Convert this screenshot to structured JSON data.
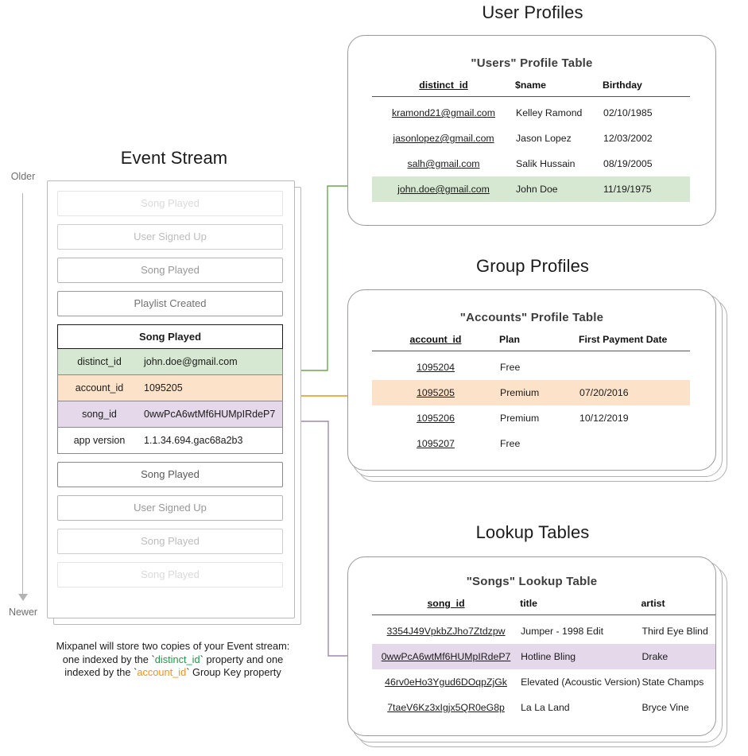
{
  "sections": {
    "event_stream_title": "Event Stream",
    "user_profiles_title": "User Profiles",
    "group_profiles_title": "Group Profiles",
    "lookup_tables_title": "Lookup Tables"
  },
  "time_axis": {
    "older_label": "Older",
    "newer_label": "Newer",
    "arrow_direction": "down",
    "arrow_color": "#b3b3b3"
  },
  "event_stream": {
    "events_above": [
      {
        "name": "Song Played",
        "fade": "f1"
      },
      {
        "name": "User Signed Up",
        "fade": "f2"
      },
      {
        "name": "Song Played",
        "fade": "f3"
      },
      {
        "name": "Playlist Created",
        "fade": "f4"
      }
    ],
    "expanded_event": {
      "name": "Song Played",
      "properties": [
        {
          "key": "distinct_id",
          "value": "john.doe@gmail.com",
          "highlight": "green"
        },
        {
          "key": "account_id",
          "value": "1095205",
          "highlight": "orange"
        },
        {
          "key": "song_id",
          "value": "0wwPcA6wtMf6HUMpIRdeP7",
          "highlight": "purple"
        },
        {
          "key": "app version",
          "value": "1.1.34.694.gac68a2b3",
          "highlight": "none"
        }
      ]
    },
    "events_below": [
      {
        "name": "Song Played",
        "fade": "f5"
      },
      {
        "name": "User Signed Up",
        "fade": "f3"
      },
      {
        "name": "Song Played",
        "fade": "f2"
      },
      {
        "name": "Song Played",
        "fade": "f1"
      }
    ],
    "caption": {
      "line1": "Mixpanel will store two copies of your Event stream:",
      "line2_pre": "one indexed by the `",
      "line2_key": "distinct_id",
      "line2_post": "` property and one",
      "line3_pre": "indexed by the `",
      "line3_key": "account_id",
      "line3_post": "` Group Key property"
    }
  },
  "users_table": {
    "card_title": "\"Users\" Profile Table",
    "columns": [
      "distinct_id",
      "$name",
      "Birthday"
    ],
    "rows": [
      {
        "cells": [
          "kramond21@gmail.com",
          "Kelley Ramond",
          "02/10/1985"
        ],
        "highlight": "none"
      },
      {
        "cells": [
          "jasonlopez@gmail.com",
          "Jason Lopez",
          "12/03/2002"
        ],
        "highlight": "none"
      },
      {
        "cells": [
          "salh@gmail.com",
          "Salik Hussain",
          "08/19/2005"
        ],
        "highlight": "none"
      },
      {
        "cells": [
          "john.doe@gmail.com",
          "John Doe",
          "11/19/1975"
        ],
        "highlight": "green"
      }
    ]
  },
  "accounts_table": {
    "card_title": "\"Accounts\" Profile Table",
    "columns": [
      "account_id",
      "Plan",
      "First Payment Date"
    ],
    "rows": [
      {
        "cells": [
          "1095204",
          "Free",
          ""
        ],
        "highlight": "none"
      },
      {
        "cells": [
          "1095205",
          "Premium",
          "07/20/2016"
        ],
        "highlight": "orange"
      },
      {
        "cells": [
          "1095206",
          "Premium",
          "10/12/2019"
        ],
        "highlight": "none"
      },
      {
        "cells": [
          "1095207",
          "Free",
          ""
        ],
        "highlight": "none"
      }
    ]
  },
  "songs_table": {
    "card_title": "\"Songs\" Lookup Table",
    "columns": [
      "song_id",
      "title",
      "artist"
    ],
    "rows": [
      {
        "cells": [
          "3354J49VpkbZJho7Ztdzpw",
          "Jumper - 1998 Edit",
          "Third Eye Blind"
        ],
        "highlight": "none"
      },
      {
        "cells": [
          "0wwPcA6wtMf6HUMpIRdeP7",
          "Hotline Bling",
          "Drake"
        ],
        "highlight": "purple"
      },
      {
        "cells": [
          "46rv0eHo3Ygud6DOqpZjGk",
          "Elevated (Acoustic Version)",
          "State Champs"
        ],
        "highlight": "none"
      },
      {
        "cells": [
          "7taeV6Kz3xIgjx5QR0eG8p",
          "La La Land",
          "Bryce Vine"
        ],
        "highlight": "none"
      }
    ]
  },
  "colors": {
    "green_highlight": "#d6e8d1",
    "orange_highlight": "#fce2c8",
    "purple_highlight": "#e5d8ea",
    "green_connector": "#6aa84f",
    "orange_connector": "#e8a33d",
    "purple_connector": "#9e8aa8",
    "card_border": "#9a9a9a"
  }
}
